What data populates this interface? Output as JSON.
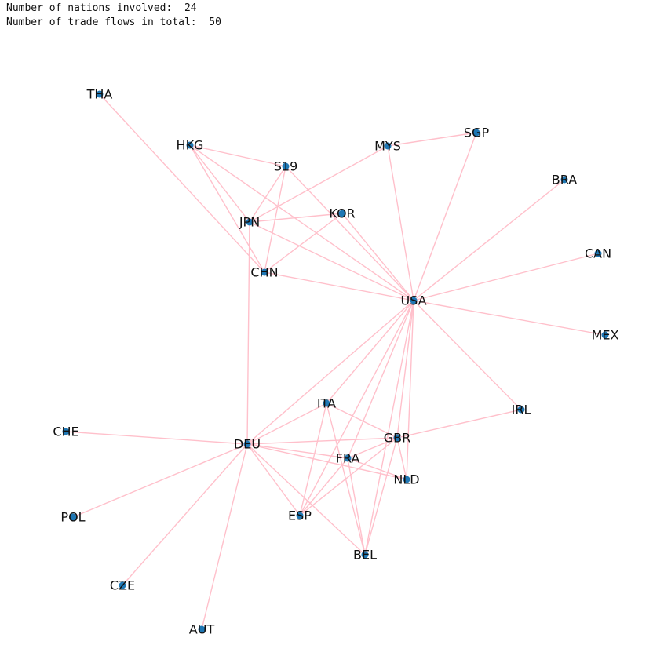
{
  "output": {
    "nations_label": "Number of nations involved:",
    "nations_count": "24",
    "flows_label": "Number of trade flows in total:",
    "flows_count": "50"
  },
  "colors": {
    "edge": "#ffc0cb",
    "node": "#1f77b4",
    "label": "#111111"
  },
  "graph": {
    "nodes": [
      "THA",
      "HKG",
      "S19",
      "MYS",
      "SGP",
      "BRA",
      "JPN",
      "KOR",
      "CAN",
      "CHN",
      "USA",
      "MEX",
      "ITA",
      "IRL",
      "CHE",
      "DEU",
      "GBR",
      "FRA",
      "NLD",
      "POL",
      "ESP",
      "BEL",
      "CZE",
      "AUT"
    ],
    "edges": [
      [
        "THA",
        "CHN"
      ],
      [
        "HKG",
        "S19"
      ],
      [
        "HKG",
        "JPN"
      ],
      [
        "HKG",
        "CHN"
      ],
      [
        "HKG",
        "USA"
      ],
      [
        "S19",
        "JPN"
      ],
      [
        "S19",
        "CHN"
      ],
      [
        "S19",
        "USA"
      ],
      [
        "MYS",
        "SGP"
      ],
      [
        "MYS",
        "JPN"
      ],
      [
        "MYS",
        "USA"
      ],
      [
        "SGP",
        "USA"
      ],
      [
        "BRA",
        "USA"
      ],
      [
        "JPN",
        "KOR"
      ],
      [
        "JPN",
        "USA"
      ],
      [
        "JPN",
        "DEU"
      ],
      [
        "KOR",
        "CHN"
      ],
      [
        "KOR",
        "USA"
      ],
      [
        "CAN",
        "USA"
      ],
      [
        "CHN",
        "USA"
      ],
      [
        "USA",
        "MEX"
      ],
      [
        "USA",
        "IRL"
      ],
      [
        "USA",
        "DEU"
      ],
      [
        "USA",
        "ITA"
      ],
      [
        "USA",
        "GBR"
      ],
      [
        "USA",
        "FRA"
      ],
      [
        "USA",
        "NLD"
      ],
      [
        "USA",
        "ESP"
      ],
      [
        "USA",
        "BEL"
      ],
      [
        "ITA",
        "DEU"
      ],
      [
        "ITA",
        "GBR"
      ],
      [
        "ITA",
        "ESP"
      ],
      [
        "ITA",
        "BEL"
      ],
      [
        "IRL",
        "GBR"
      ],
      [
        "CHE",
        "DEU"
      ],
      [
        "DEU",
        "GBR"
      ],
      [
        "DEU",
        "FRA"
      ],
      [
        "DEU",
        "NLD"
      ],
      [
        "DEU",
        "ESP"
      ],
      [
        "DEU",
        "BEL"
      ],
      [
        "DEU",
        "POL"
      ],
      [
        "DEU",
        "CZE"
      ],
      [
        "DEU",
        "AUT"
      ],
      [
        "GBR",
        "FRA"
      ],
      [
        "GBR",
        "NLD"
      ],
      [
        "GBR",
        "ESP"
      ],
      [
        "GBR",
        "BEL"
      ],
      [
        "FRA",
        "NLD"
      ],
      [
        "FRA",
        "ESP"
      ],
      [
        "FRA",
        "BEL"
      ]
    ]
  }
}
